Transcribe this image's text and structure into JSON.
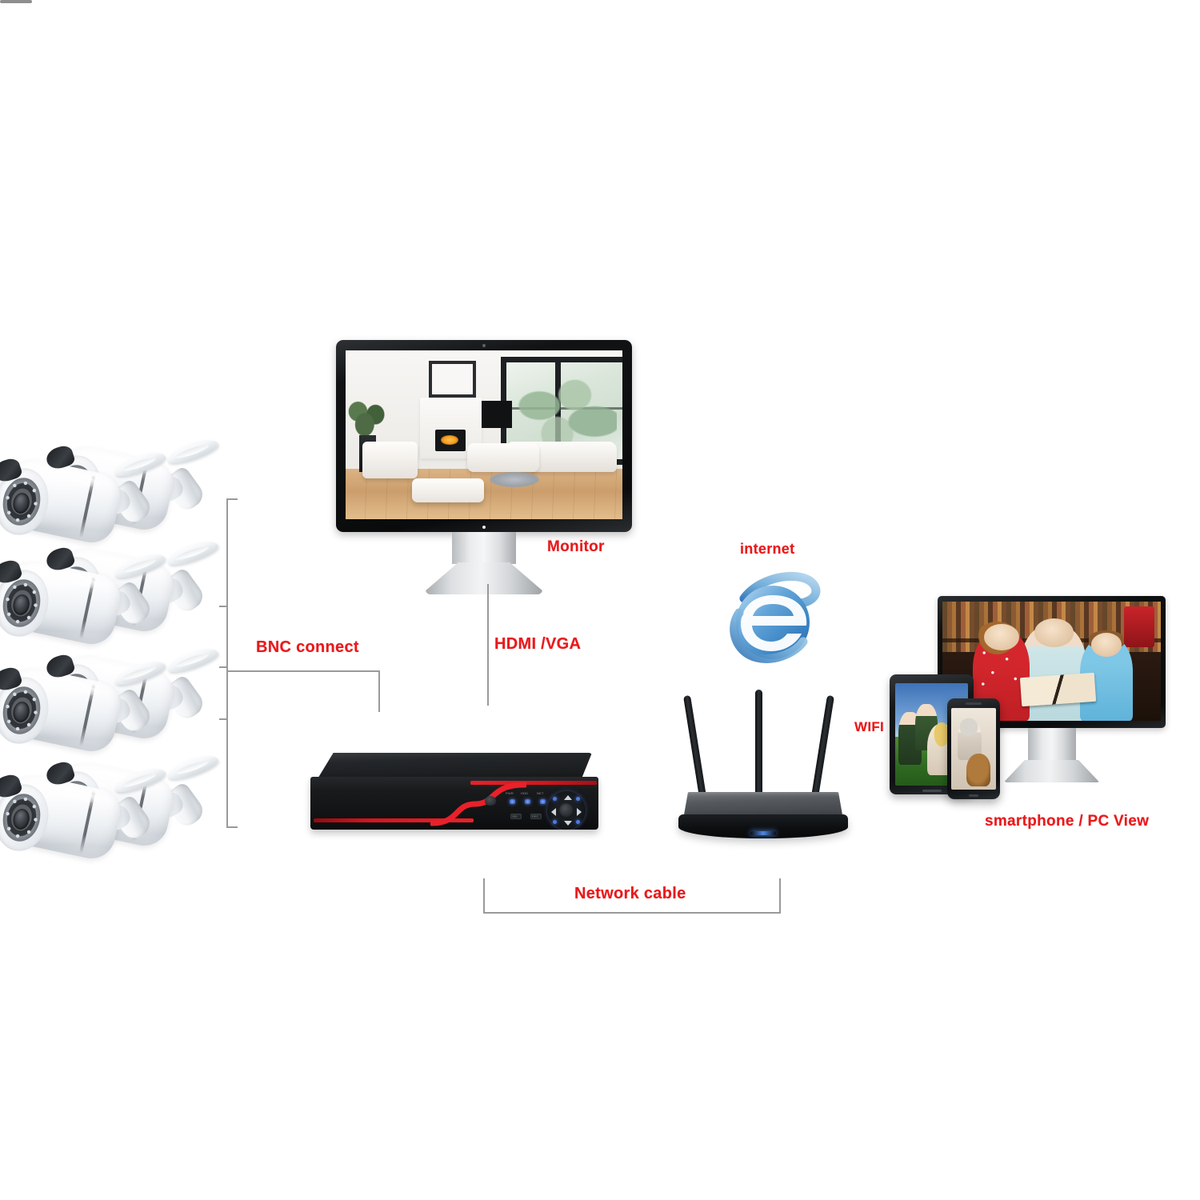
{
  "diagram": {
    "title_labels": {
      "monitor": "Monitor",
      "bnc_connect": "BNC connect",
      "hdmi_vga": "HDMI /VGA",
      "internet": "internet",
      "wifi": "WIFI",
      "network_cable": "Network cable",
      "smartphone_pc_view": "smartphone / PC View"
    },
    "label_color": "#e8191b",
    "line_color": "#9a9a9a",
    "background": "#ffffff"
  },
  "cameras": {
    "count": 8,
    "pairs": 4,
    "type": "bullet-ir-camera",
    "color": "#ffffff",
    "rows": [
      {
        "label": "camera-pair-1"
      },
      {
        "label": "camera-pair-2"
      },
      {
        "label": "camera-pair-3"
      },
      {
        "label": "camera-pair-4"
      }
    ]
  },
  "monitor": {
    "device": "cctv-monitor",
    "screen_content": "modern white living room with fireplace and large windows",
    "bezel_color": "#0a0b0c",
    "stand_color": "#dcdee0"
  },
  "dvr": {
    "device": "dvr-recorder",
    "body_color": "#121314",
    "accent_color": "#e8212a",
    "led_labels": [
      "PWR",
      "HDD",
      "NET"
    ],
    "button_labels": [
      "SEL",
      "REC"
    ],
    "nav_pad": "directional-pad"
  },
  "router": {
    "device": "wifi-router",
    "antennas": 3,
    "body_color": "#4b4f53",
    "led_color": "#4f8ae6"
  },
  "internet": {
    "icon": "internet-explorer-e-logo",
    "icon_color": "#3d8fd0"
  },
  "devices": {
    "pc": {
      "label": "pc-monitor",
      "screen_content": "family reading a book by bookshelf"
    },
    "tablet": {
      "label": "tablet",
      "screen_content": "people sitting on grass outdoors"
    },
    "phone": {
      "label": "smartphone",
      "screen_content": "person holding a dog"
    }
  },
  "chart_data": {
    "type": "table",
    "title": "CCTV System Connection Diagram",
    "nodes": [
      {
        "name": "Cameras",
        "count": 8,
        "label": "bullet IR cameras"
      },
      {
        "name": "DVR",
        "count": 1,
        "label": "digital video recorder"
      },
      {
        "name": "Monitor",
        "count": 1,
        "label": "CCTV display"
      },
      {
        "name": "Router",
        "count": 1,
        "label": "wifi router, 3 antennas"
      },
      {
        "name": "Internet",
        "count": 1,
        "label": "internet cloud"
      },
      {
        "name": "Viewing devices",
        "count": 3,
        "label": "PC, tablet, smartphone"
      }
    ],
    "links": [
      {
        "from": "Cameras",
        "to": "DVR",
        "label": "BNC connect"
      },
      {
        "from": "DVR",
        "to": "Monitor",
        "label": "HDMI /VGA"
      },
      {
        "from": "DVR",
        "to": "Router",
        "label": "Network cable"
      },
      {
        "from": "Router",
        "to": "Internet",
        "label": "internet"
      },
      {
        "from": "Router",
        "to": "Viewing devices",
        "label": "WIFI"
      }
    ]
  }
}
